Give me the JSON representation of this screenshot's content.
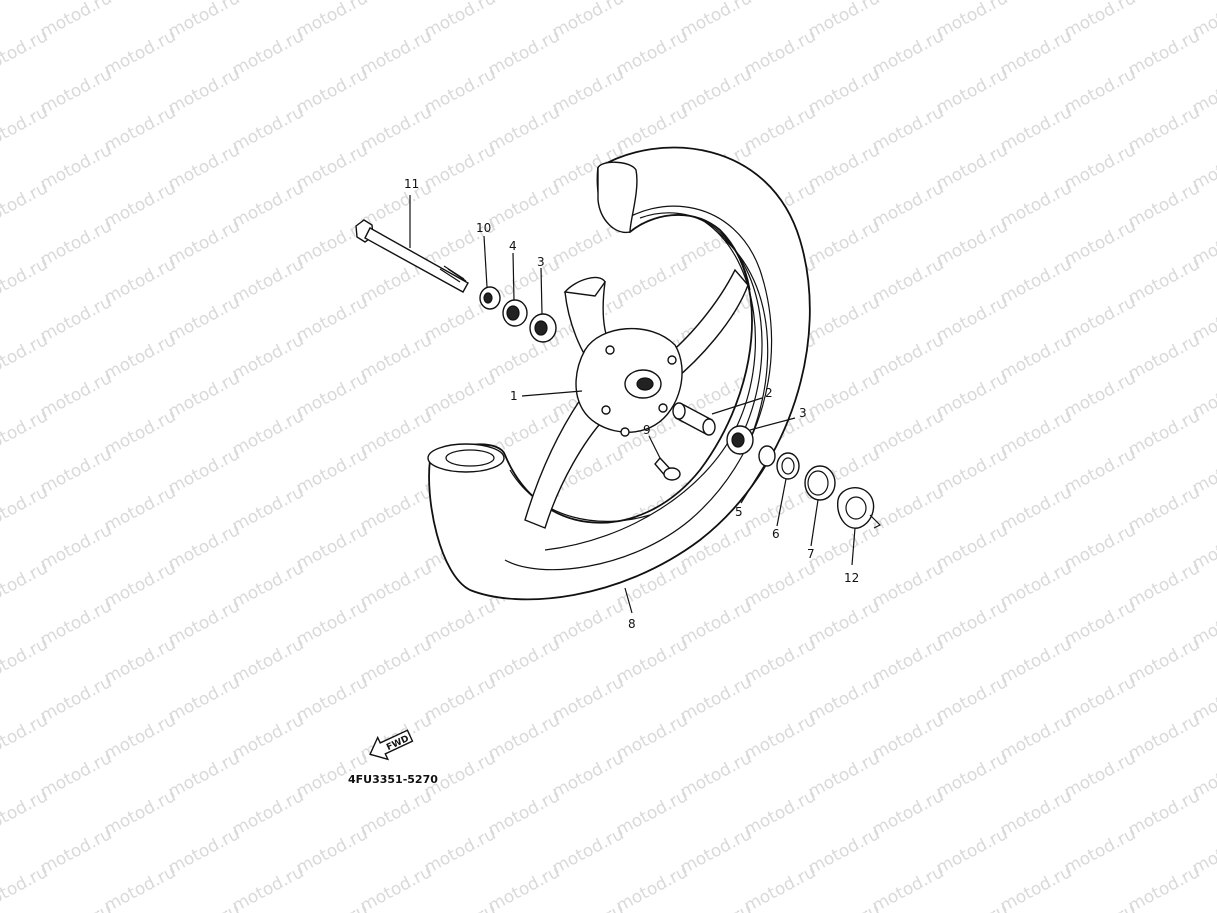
{
  "watermark": "motod.ru",
  "diagram_code": "4FU3351-5270",
  "fwd_label": "FWD",
  "callouts": {
    "c1": "1",
    "c2": "2",
    "c3a": "3",
    "c3b": "3",
    "c4": "4",
    "c5": "5",
    "c6": "6",
    "c7": "7",
    "c8": "8",
    "c9": "9",
    "c10": "10",
    "c11": "11",
    "c12": "12"
  }
}
